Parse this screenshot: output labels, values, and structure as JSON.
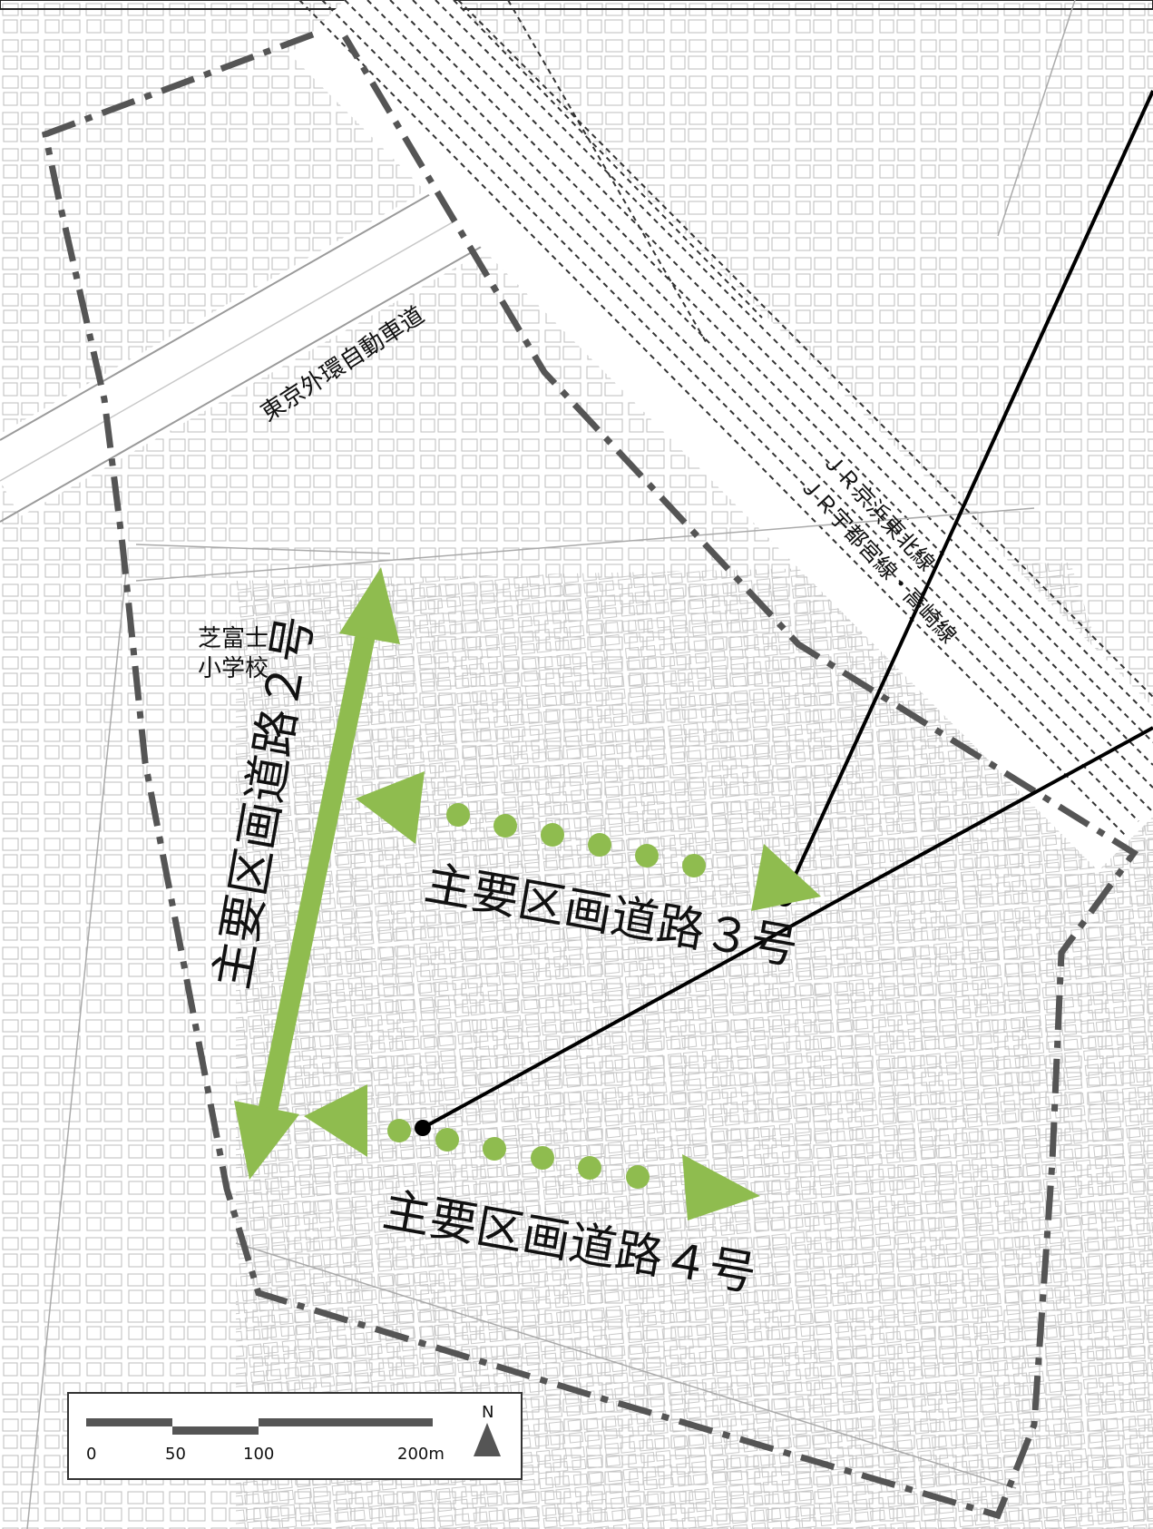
{
  "map": {
    "labels": {
      "expressway": "東京外環自動車道",
      "rail_line_1": "ＪＲ京浜東北線",
      "rail_line_2": "ＪＲ宇都宮線・高崎線",
      "school_line_1": "芝富士",
      "school_line_2": "小学校"
    },
    "roads": {
      "road_2": "主要区画道路２号",
      "road_3": "主要区画道路３号",
      "road_4": "主要区画道路４号"
    },
    "scale_bar": {
      "ticks": [
        "0",
        "50",
        "100",
        "200m"
      ]
    },
    "north_arrow": {
      "label": "N"
    },
    "colors": {
      "arrow_green": "#8fbc4f",
      "boundary": "#555555",
      "callout": "#000000"
    }
  }
}
